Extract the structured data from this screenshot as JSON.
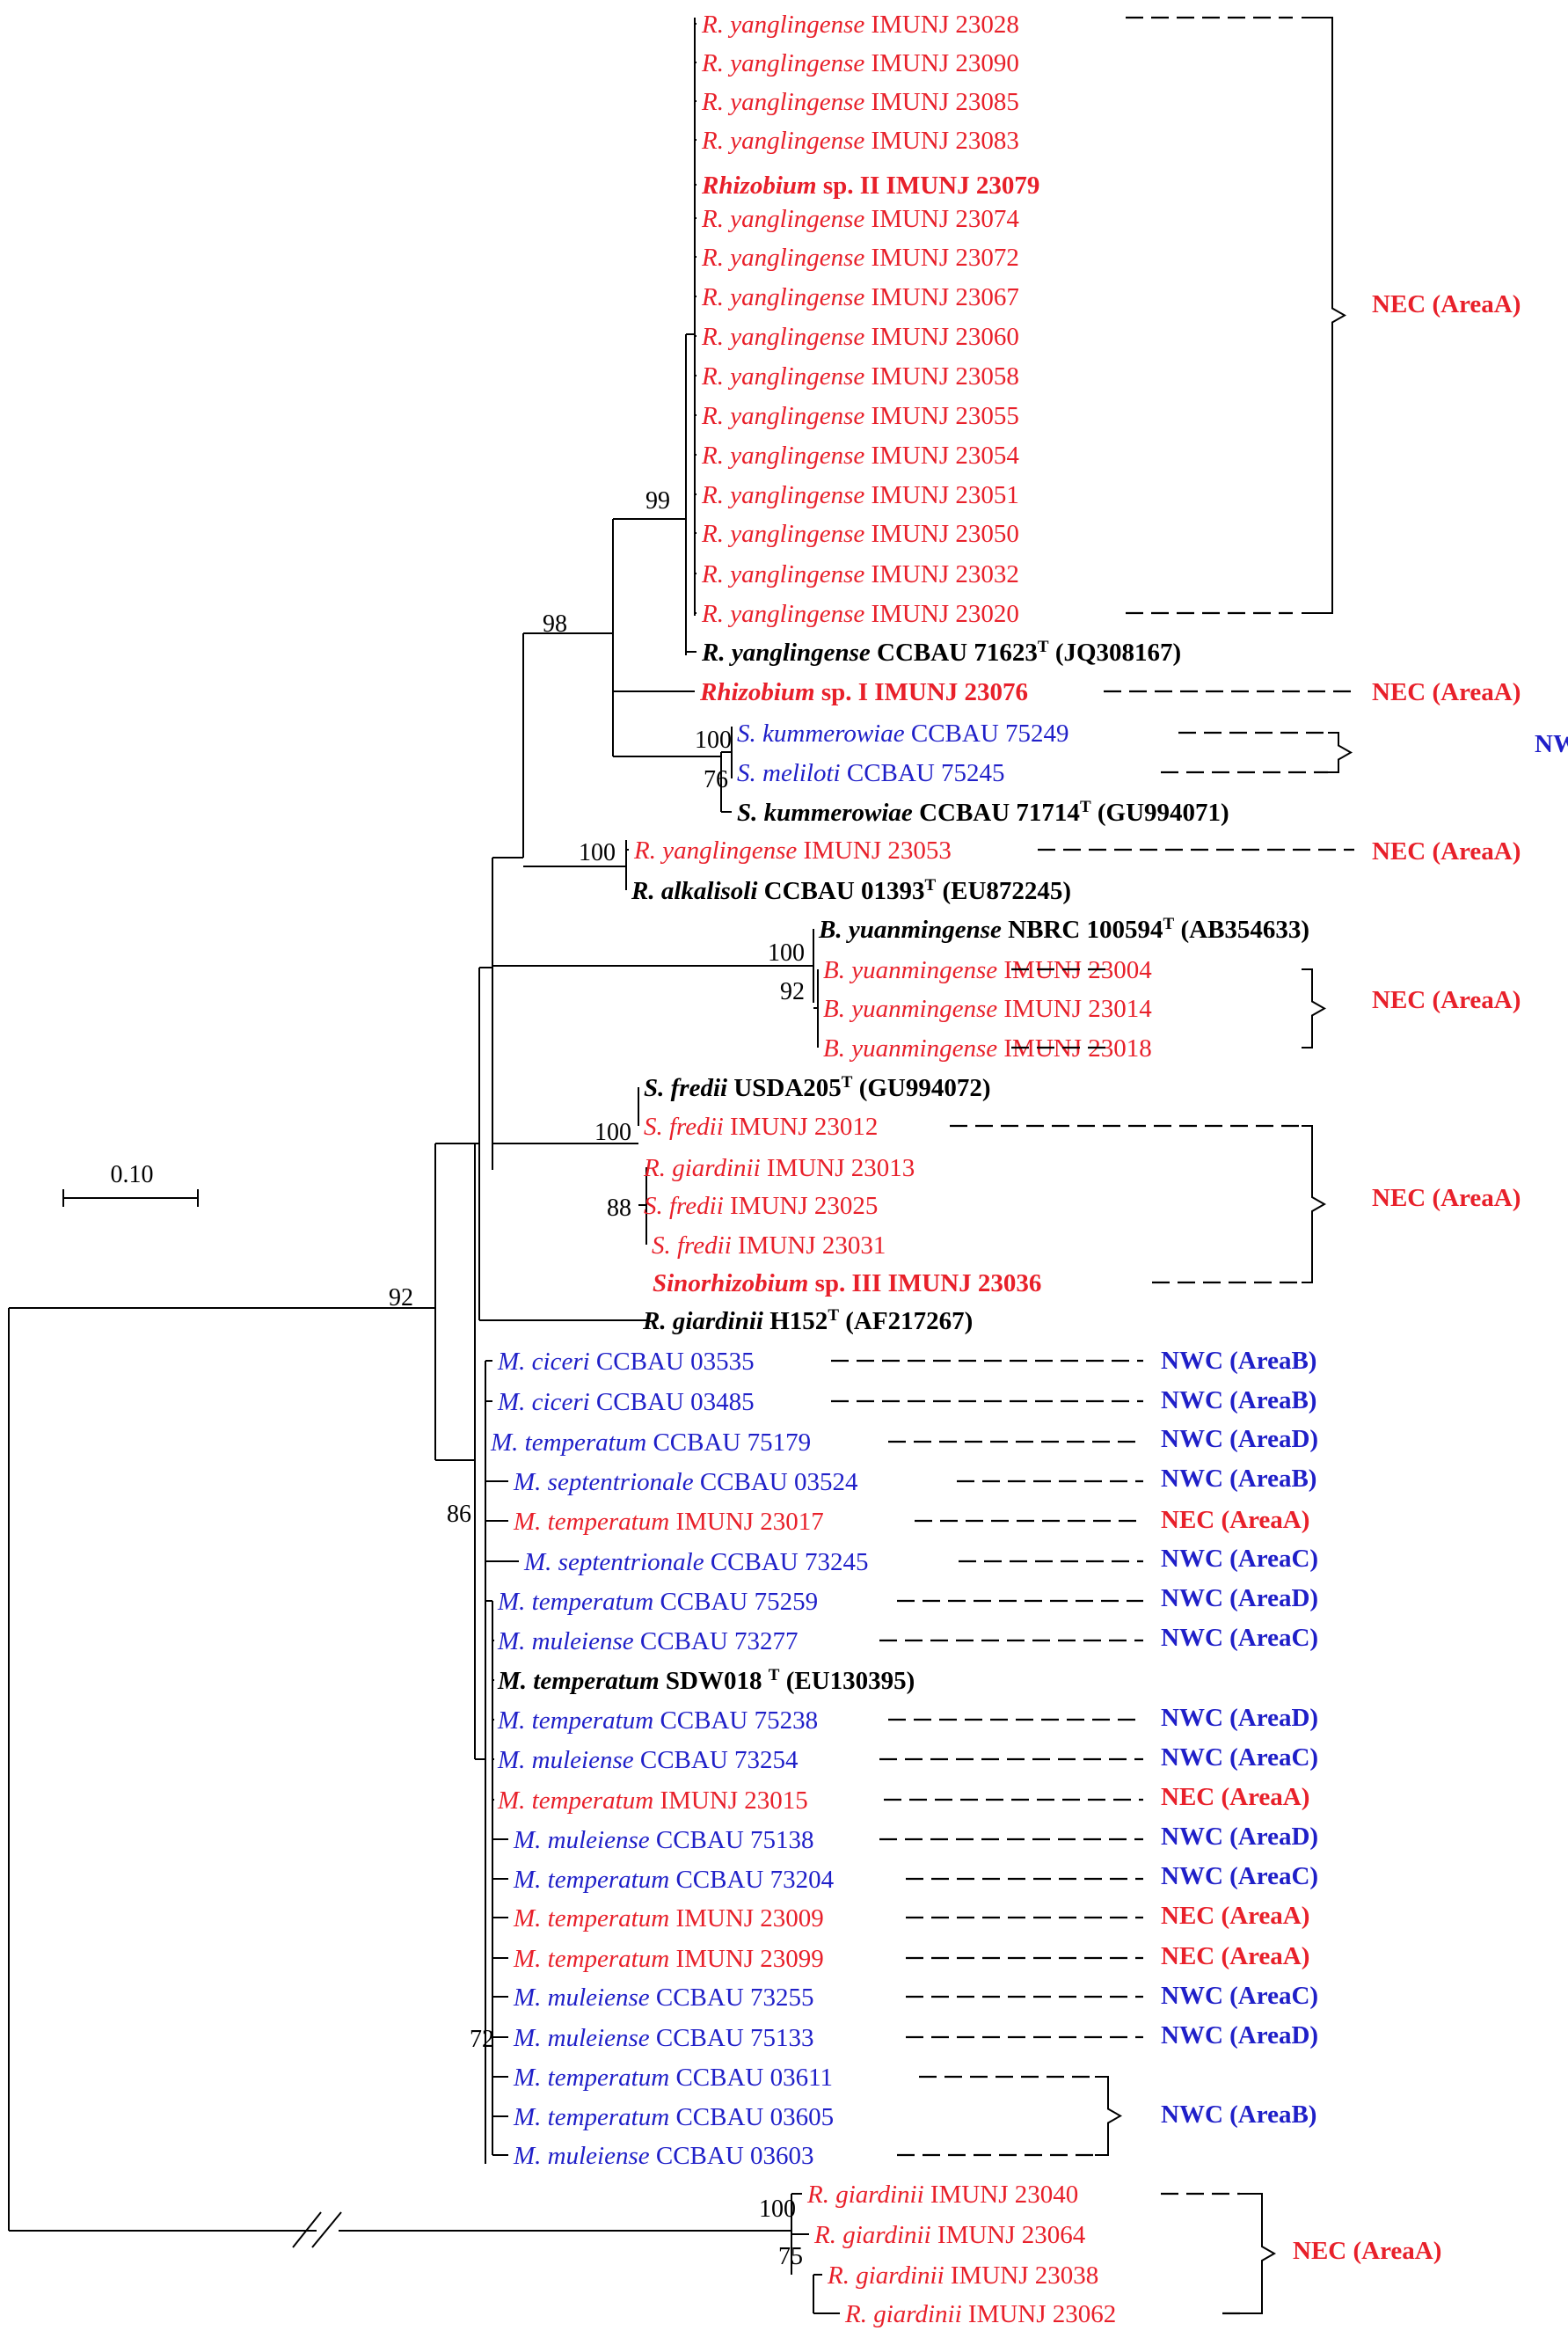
{
  "scale_bar": {
    "label": "0.10"
  },
  "colors": {
    "nec": "#e8202a",
    "nwc": "#1f1fc8",
    "reference": "#000000"
  },
  "taxa": [
    {
      "genus": "R. yanglingense",
      "strain": "IMUNJ 23028",
      "group": "nec"
    },
    {
      "genus": "R. yanglingense",
      "strain": "IMUNJ 23090",
      "group": "nec"
    },
    {
      "genus": "R. yanglingense",
      "strain": "IMUNJ 23085",
      "group": "nec"
    },
    {
      "genus": "R. yanglingense",
      "strain": "IMUNJ 23083",
      "group": "nec"
    },
    {
      "genus": "Rhizobium",
      "strain": "sp. II IMUNJ 23079",
      "group": "nec",
      "bold": true
    },
    {
      "genus": "R. yanglingense",
      "strain": "IMUNJ 23074",
      "group": "nec"
    },
    {
      "genus": "R. yanglingense",
      "strain": "IMUNJ 23072",
      "group": "nec"
    },
    {
      "genus": "R. yanglingense",
      "strain": "IMUNJ 23067",
      "group": "nec"
    },
    {
      "genus": "R. yanglingense",
      "strain": "IMUNJ 23060",
      "group": "nec"
    },
    {
      "genus": "R. yanglingense",
      "strain": "IMUNJ 23058",
      "group": "nec"
    },
    {
      "genus": "R. yanglingense",
      "strain": "IMUNJ 23055",
      "group": "nec"
    },
    {
      "genus": "R. yanglingense",
      "strain": "IMUNJ 23054",
      "group": "nec"
    },
    {
      "genus": "R. yanglingense",
      "strain": "IMUNJ 23051",
      "group": "nec"
    },
    {
      "genus": "R. yanglingense",
      "strain": "IMUNJ 23050",
      "group": "nec"
    },
    {
      "genus": "R. yanglingense",
      "strain": "IMUNJ 23032",
      "group": "nec"
    },
    {
      "genus": "R. yanglingense",
      "strain": "IMUNJ 23020",
      "group": "nec"
    },
    {
      "genus": "R. yanglingense",
      "strain": "CCBAU 71623",
      "sup": "T",
      "acc": "(JQ308167)",
      "group": "reference",
      "bold": true
    },
    {
      "genus": "Rhizobium",
      "strain": "sp. I IMUNJ 23076",
      "group": "nec",
      "bold": true
    },
    {
      "genus": "S. kummerowiae",
      "strain": "CCBAU 75249",
      "group": "nwc"
    },
    {
      "genus": "S. meliloti",
      "strain": "CCBAU 75245",
      "group": "nwc"
    },
    {
      "genus": "S. kummerowiae",
      "strain": "CCBAU 71714",
      "sup": "T",
      "acc": "(GU994071)",
      "group": "reference",
      "bold": true
    },
    {
      "genus": "R. yanglingense",
      "strain": "IMUNJ 23053",
      "group": "nec"
    },
    {
      "genus": "R. alkalisoli",
      "strain": "CCBAU 01393",
      "sup": "T",
      "acc": "(EU872245)",
      "group": "reference",
      "bold": true
    },
    {
      "genus": "B. yuanmingense",
      "strain": "NBRC 100594",
      "sup": "T",
      "acc": "(AB354633)",
      "group": "reference",
      "bold": true
    },
    {
      "genus": "B. yuanmingense",
      "strain": "IMUNJ 23004",
      "group": "nec"
    },
    {
      "genus": "B. yuanmingense",
      "strain": "IMUNJ 23014",
      "group": "nec"
    },
    {
      "genus": "B. yuanmingense",
      "strain": "IMUNJ 23018",
      "group": "nec"
    },
    {
      "genus": "S.  fredii",
      "strain": "USDA205",
      "sup": "T",
      "acc": "(GU994072)",
      "group": "reference",
      "bold": true
    },
    {
      "genus": "S. fredii",
      "strain": "IMUNJ 23012",
      "group": "nec"
    },
    {
      "genus": "R. giardinii",
      "strain": "IMUNJ 23013",
      "group": "nec"
    },
    {
      "genus": "S. fredii",
      "strain": "IMUNJ 23025",
      "group": "nec"
    },
    {
      "genus": "S. fredii",
      "strain": "IMUNJ 23031",
      "group": "nec"
    },
    {
      "genus": "Sinorhizobium",
      "strain": "sp. III IMUNJ 23036",
      "group": "nec",
      "bold": true
    },
    {
      "genus": "R. giardinii",
      "strain": "H152",
      "sup": "T",
      "acc": "(AF217267)",
      "group": "reference",
      "bold": true
    },
    {
      "genus": "M. ciceri",
      "strain": "CCBAU 03535",
      "group": "nwc"
    },
    {
      "genus": "M. ciceri",
      "strain": "CCBAU 03485",
      "group": "nwc"
    },
    {
      "genus": "M. temperatum",
      "strain": "CCBAU 75179",
      "group": "nwc"
    },
    {
      "genus": "M. septentrionale",
      "strain": "CCBAU 03524",
      "group": "nwc"
    },
    {
      "genus": "M. temperatum",
      "strain": "IMUNJ 23017",
      "group": "nec"
    },
    {
      "genus": "M. septentrionale",
      "strain": "CCBAU 73245",
      "group": "nwc"
    },
    {
      "genus": "M. temperatum",
      "strain": "CCBAU 75259",
      "group": "nwc"
    },
    {
      "genus": "M. muleiense",
      "strain": "CCBAU 73277",
      "group": "nwc"
    },
    {
      "genus": "M. temperatum",
      "strain": "SDW018 ",
      "sup": "T",
      "acc": "(EU130395)",
      "group": "reference",
      "bold": true
    },
    {
      "genus": "M. temperatum",
      "strain": "CCBAU 75238",
      "group": "nwc"
    },
    {
      "genus": "M. muleiense",
      "strain": "CCBAU 73254",
      "group": "nwc"
    },
    {
      "genus": "M. temperatum",
      "strain": "IMUNJ 23015",
      "group": "nec"
    },
    {
      "genus": "M. muleiense",
      "strain": "CCBAU 75138",
      "group": "nwc"
    },
    {
      "genus": "M. temperatum",
      "strain": "CCBAU 73204",
      "group": "nwc"
    },
    {
      "genus": "M. temperatum",
      "strain": "IMUNJ 23009",
      "group": "nec"
    },
    {
      "genus": "M. temperatum",
      "strain": "IMUNJ 23099",
      "group": "nec"
    },
    {
      "genus": "M. muleiense",
      "strain": "CCBAU 73255",
      "group": "nwc"
    },
    {
      "genus": "M. muleiense",
      "strain": "CCBAU 75133",
      "group": "nwc"
    },
    {
      "genus": "M. temperatum",
      "strain": "CCBAU 03611",
      "group": "nwc"
    },
    {
      "genus": "M. temperatum",
      "strain": "CCBAU 03605",
      "group": "nwc"
    },
    {
      "genus": "M. muleiense",
      "strain": "CCBAU 03603",
      "group": "nwc"
    },
    {
      "genus": "R. giardinii",
      "strain": "IMUNJ 23040",
      "group": "nec"
    },
    {
      "genus": "R. giardinii",
      "strain": "IMUNJ 23064",
      "group": "nec"
    },
    {
      "genus": "R. giardinii",
      "strain": "IMUNJ 23038",
      "group": "nec"
    },
    {
      "genus": "R. giardinii",
      "strain": "IMUNJ 23062",
      "group": "nec"
    }
  ],
  "bootstrap": [
    {
      "value": "99",
      "clade": "R. yanglingense cluster"
    },
    {
      "value": "98",
      "clade": "Rhizobium + Sinorhizobium"
    },
    {
      "value": "100",
      "clade": "S. kummerowiae / S. meliloti"
    },
    {
      "value": "76",
      "clade": "S. kummerowiae group"
    },
    {
      "value": "100",
      "clade": "R. yanglingense IMUNJ 23053 / R. alkalisoli"
    },
    {
      "value": "100",
      "clade": "B. yuanmingense"
    },
    {
      "value": "92",
      "clade": "B. yuanmingense isolates"
    },
    {
      "value": "100",
      "clade": "S. fredii"
    },
    {
      "value": "88",
      "clade": "S. fredii isolates"
    },
    {
      "value": "92",
      "clade": "ingroup"
    },
    {
      "value": "86",
      "clade": "Mesorhizobium"
    },
    {
      "value": "72",
      "clade": "M. temperatum / M. muleiense"
    },
    {
      "value": "100",
      "clade": "R. giardinii isolates"
    },
    {
      "value": "75",
      "clade": "R. giardinii subgroup"
    }
  ],
  "group_labels": [
    {
      "text": "NEC (AreaA)",
      "group": "nec"
    },
    {
      "text": "NEC (AreaA)",
      "group": "nec"
    },
    {
      "text": "NWC (AreaD)",
      "group": "nwc"
    },
    {
      "text": "NEC (AreaA)",
      "group": "nec"
    },
    {
      "text": "NEC (AreaA)",
      "group": "nec"
    },
    {
      "text": "NEC (AreaA)",
      "group": "nec"
    },
    {
      "text": "NWC (AreaB)",
      "group": "nwc"
    },
    {
      "text": "NWC (AreaB)",
      "group": "nwc"
    },
    {
      "text": "NWC (AreaD)",
      "group": "nwc"
    },
    {
      "text": "NWC (AreaB)",
      "group": "nwc"
    },
    {
      "text": "NEC (AreaA)",
      "group": "nec"
    },
    {
      "text": "NWC (AreaC)",
      "group": "nwc"
    },
    {
      "text": "NWC (AreaD)",
      "group": "nwc"
    },
    {
      "text": "NWC (AreaC)",
      "group": "nwc"
    },
    {
      "text": "NWC (AreaD)",
      "group": "nwc"
    },
    {
      "text": "NWC (AreaC)",
      "group": "nwc"
    },
    {
      "text": "NEC (AreaA)",
      "group": "nec"
    },
    {
      "text": "NWC (AreaD)",
      "group": "nwc"
    },
    {
      "text": "NWC (AreaC)",
      "group": "nwc"
    },
    {
      "text": "NEC (AreaA)",
      "group": "nec"
    },
    {
      "text": "NEC (AreaA)",
      "group": "nec"
    },
    {
      "text": "NWC (AreaC)",
      "group": "nwc"
    },
    {
      "text": "NWC (AreaD)",
      "group": "nwc"
    },
    {
      "text": "NWC (AreaB)",
      "group": "nwc"
    },
    {
      "text": "NEC (AreaA)",
      "group": "nec"
    }
  ]
}
